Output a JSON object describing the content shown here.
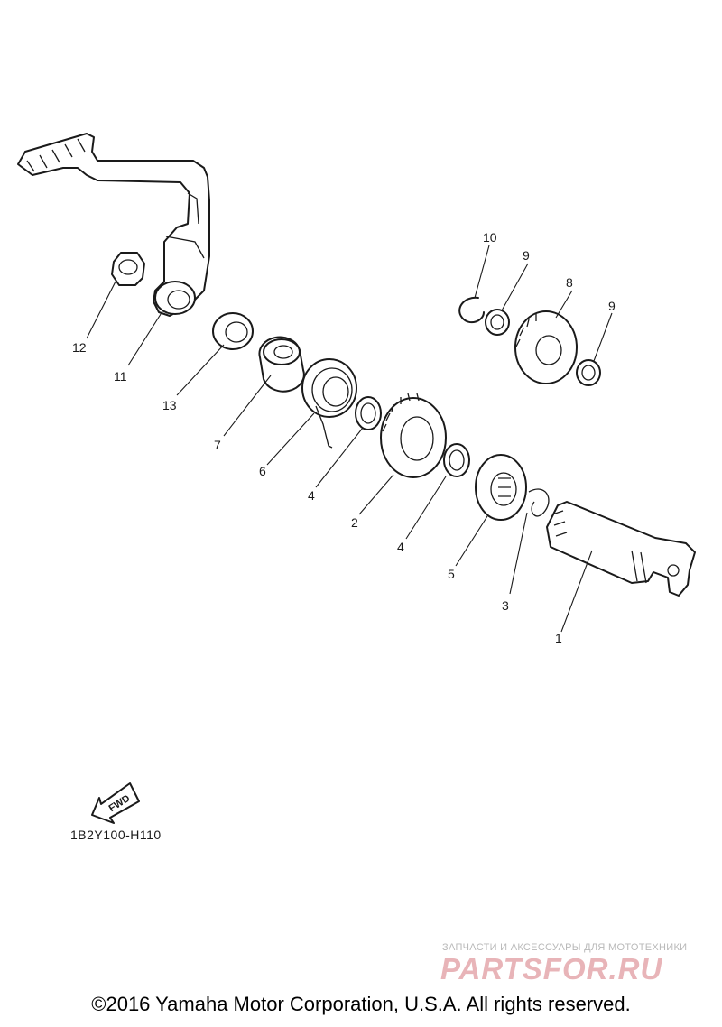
{
  "callouts": {
    "c1": "1",
    "c2": "2",
    "c3": "3",
    "c4a": "4",
    "c4b": "4",
    "c5": "5",
    "c6": "6",
    "c7": "7",
    "c8": "8",
    "c9a": "9",
    "c9b": "9",
    "c10": "10",
    "c11": "11",
    "c12": "12",
    "c13": "13"
  },
  "fwd_label": "FWD",
  "diagram_code": "1B2Y100-H110",
  "watermark": {
    "tagline": "ЗАПЧАСТИ И АКСЕССУАРЫ ДЛЯ МОТОТЕХНИКИ",
    "logo_part1": "PARTS",
    "logo_part2": "FOR.RU",
    "color_primary": "#e8b4b8",
    "color_secondary": "#b9b9b9"
  },
  "copyright": "©2016 Yamaha Motor Corporation, U.S.A. All rights reserved."
}
